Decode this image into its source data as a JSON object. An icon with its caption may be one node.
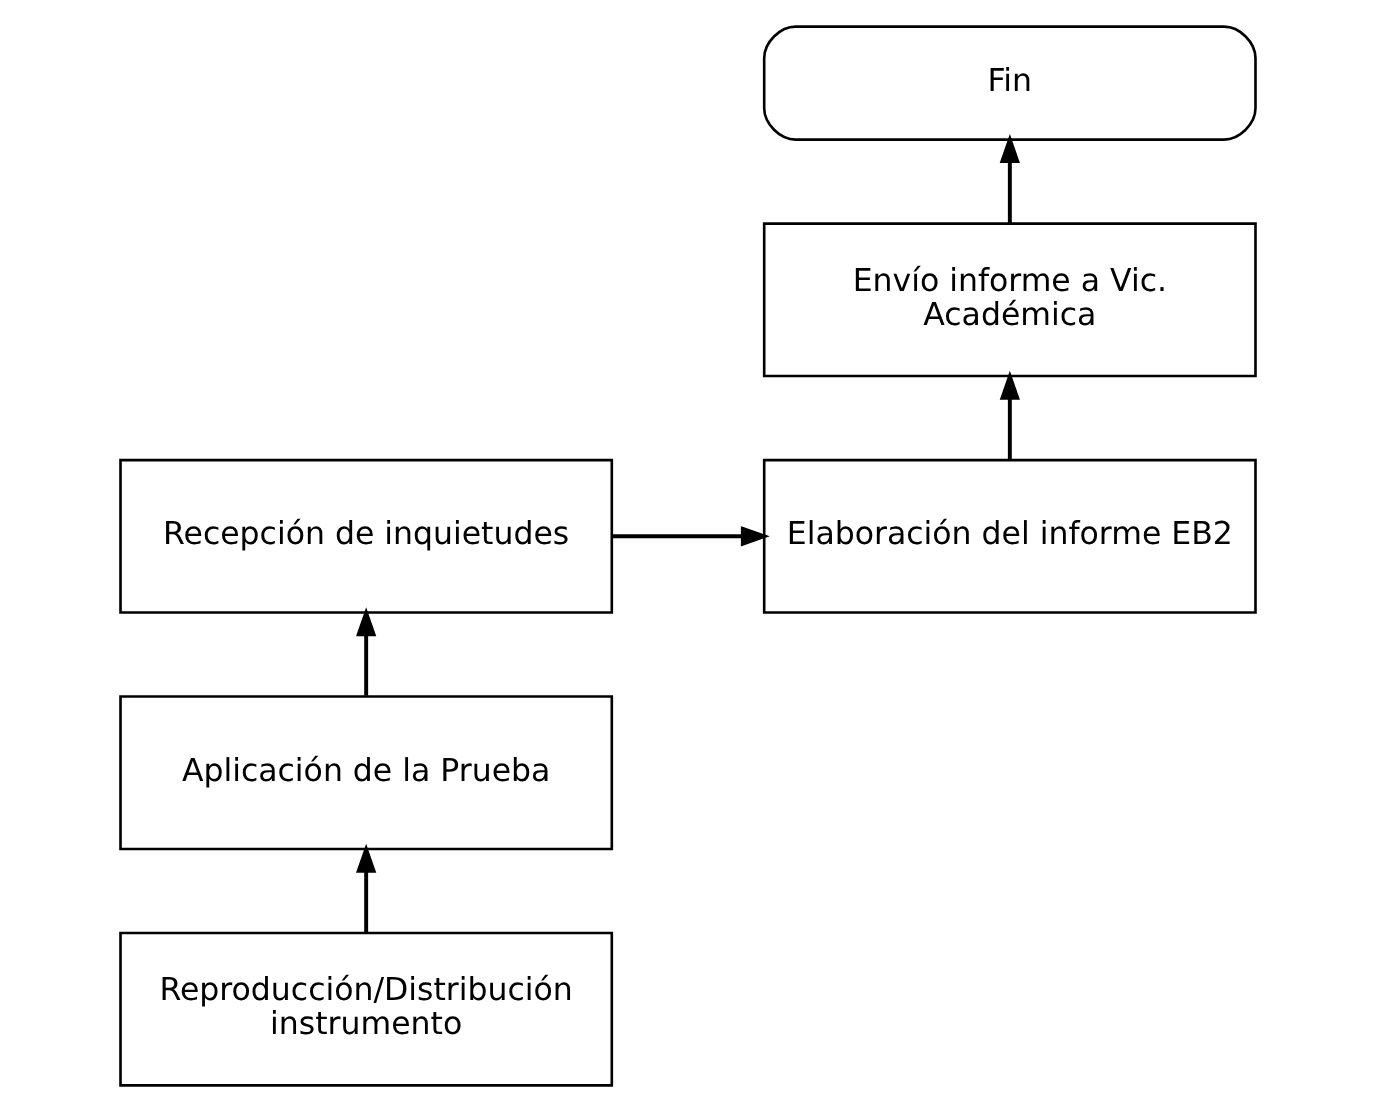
{
  "diagram": {
    "nodes": [
      {
        "text": [
          "Fin"
        ]
      },
      {
        "text": [
          "Envío informe a Vic. Académica"
        ]
      },
      {
        "text": [
          "Elaboración del informe EB2"
        ]
      },
      {
        "text": [
          "Recepción de inquietudes"
        ]
      },
      {
        "text": [
          "Aplicación de la Prueba"
        ]
      },
      {
        "text": [
          "Reproducción/Distribución instrumento"
        ]
      }
    ],
    "edges": [
      {
        "from": 5,
        "to": 4,
        "arrow": "to"
      },
      {
        "from": 4,
        "to": 3,
        "arrow": "to"
      },
      {
        "from": 3,
        "to": 2,
        "arrow": "to"
      },
      {
        "from": 2,
        "to": 1,
        "arrow": "to"
      },
      {
        "from": 1,
        "to": 0,
        "arrow": "to"
      }
    ]
  }
}
